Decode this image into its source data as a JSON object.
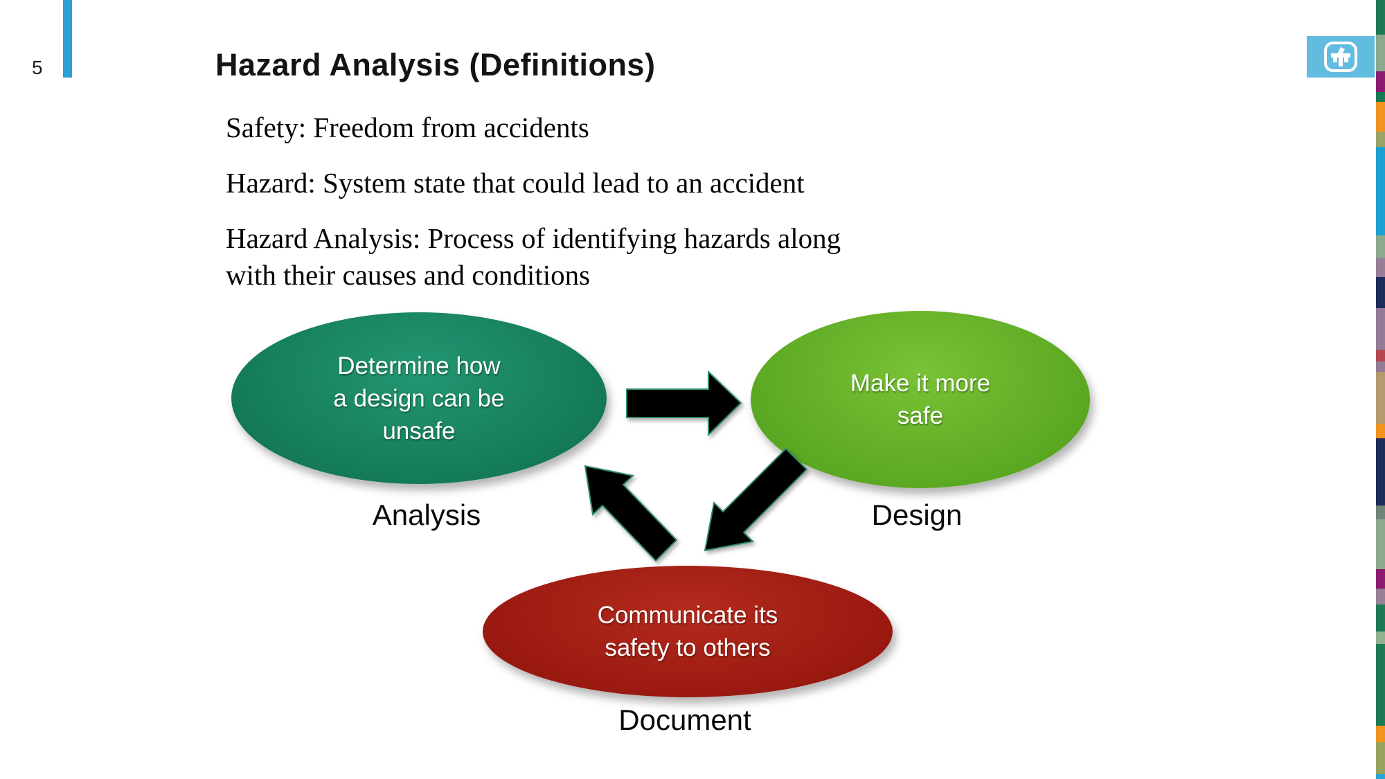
{
  "slide": {
    "page_number": "5",
    "title": "Hazard Analysis (Definitions)",
    "accent_color": "#2aa0d5"
  },
  "definitions": [
    {
      "text": "Safety: Freedom from accidents"
    },
    {
      "text": "Hazard: System state that could lead to an accident"
    },
    {
      "text": "Hazard Analysis: Process of identifying hazards along\nwith their causes and conditions"
    }
  ],
  "diagram": {
    "nodes": [
      {
        "id": "analysis",
        "text": "Determine how\na design can be\nunsafe",
        "label": "Analysis",
        "fill_light": "#239672",
        "fill_mid": "#147a59",
        "fill_dark": "#0e6e50"
      },
      {
        "id": "design",
        "text": "Make it more\nsafe",
        "label": "Design",
        "fill_light": "#79c236",
        "fill_mid": "#5ba822",
        "fill_dark": "#4f9a1c"
      },
      {
        "id": "document",
        "text": "Communicate its\nsafety to others",
        "label": "Document",
        "fill_light": "#b32b1d",
        "fill_mid": "#9a1910",
        "fill_dark": "#8a120c"
      }
    ],
    "arrow_fill": "#000000",
    "arrow_outline": "#2f8e6b"
  },
  "logo": {
    "bg": "#62bcdf",
    "glyph": "#ffffff"
  },
  "stripe": {
    "segments": [
      {
        "h": 50,
        "c": "#1e7a55"
      },
      {
        "h": 53,
        "c": "#8ca98e"
      },
      {
        "h": 30,
        "c": "#8c1a70"
      },
      {
        "h": 14,
        "c": "#167a52"
      },
      {
        "h": 43,
        "c": "#f0931f"
      },
      {
        "h": 22,
        "c": "#99a366"
      },
      {
        "h": 128,
        "c": "#1c9fd1"
      },
      {
        "h": 33,
        "c": "#8ca98e"
      },
      {
        "h": 27,
        "c": "#967e96"
      },
      {
        "h": 45,
        "c": "#1d2a5c"
      },
      {
        "h": 60,
        "c": "#937d96"
      },
      {
        "h": 17,
        "c": "#b5454f"
      },
      {
        "h": 15,
        "c": "#937d96"
      },
      {
        "h": 75,
        "c": "#b59a6d"
      },
      {
        "h": 21,
        "c": "#f0931f"
      },
      {
        "h": 97,
        "c": "#1d2a5c"
      },
      {
        "h": 20,
        "c": "#6f8577"
      },
      {
        "h": 72,
        "c": "#8ca98e"
      },
      {
        "h": 28,
        "c": "#8c1a70"
      },
      {
        "h": 23,
        "c": "#968198"
      },
      {
        "h": 39,
        "c": "#1e7a55"
      },
      {
        "h": 18,
        "c": "#93b292"
      },
      {
        "h": 118,
        "c": "#1e7a55"
      },
      {
        "h": 24,
        "c": "#f0931f"
      },
      {
        "h": 46,
        "c": "#98a35b"
      },
      {
        "h": 7,
        "c": "#2aa6d6"
      }
    ]
  }
}
